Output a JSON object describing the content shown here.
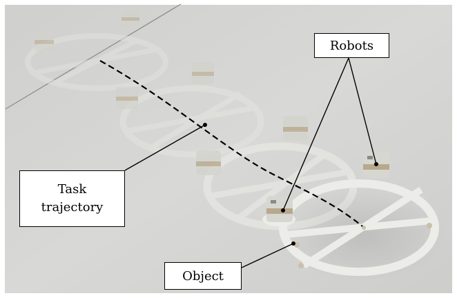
{
  "labels": {
    "robots": "Robots",
    "task_line1": "Task",
    "task_line2": "trajectory",
    "object": "Object"
  },
  "colors": {
    "floor": "#d7d7d5",
    "frame": "#e6e6e2",
    "robot_body": "#d2d2cc",
    "robot_band": "#b8a98d",
    "line": "#000000"
  }
}
